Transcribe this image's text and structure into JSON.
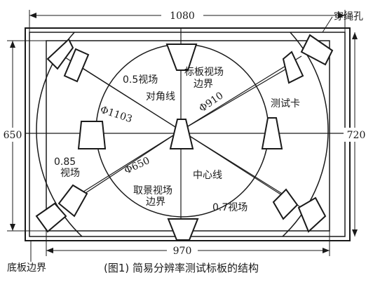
{
  "dims": {
    "top_width": "1080",
    "bottom_width": "970",
    "left_height": "650",
    "right_height": "720"
  },
  "labels": {
    "rope_hole": "穿绳孔",
    "half_diag_a": "0.5视场",
    "half_diag_b": "对角线",
    "board_field_a": "标板视场",
    "board_field_b": "边界",
    "phi910": "Φ910",
    "phi1103": "Φ1103",
    "test_card": "测试卡",
    "phi650": "Φ650",
    "field085_a": "0.85",
    "field085_b": "视场",
    "center_line": "中心线",
    "view_field_a": "取景视场",
    "view_field_b": "边界",
    "field07": "0.7视场",
    "base_edge": "底板边界"
  },
  "caption": "(图1)  简易分辨率测试标板的结构"
}
